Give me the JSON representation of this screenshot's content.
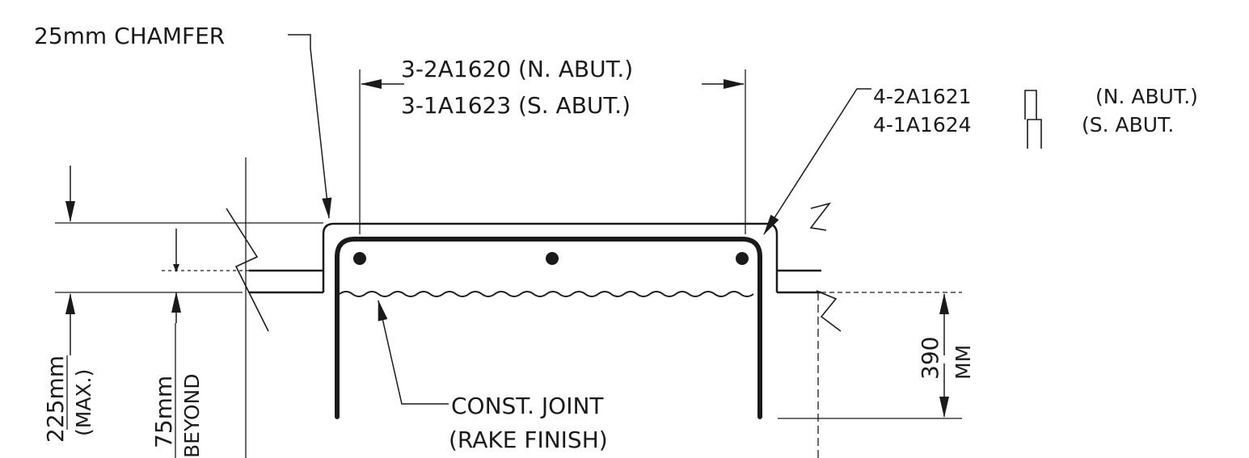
{
  "labels": {
    "chamfer": "25mm  CHAMFER",
    "top_bar_north": "3-2A1620  (N. ABUT.)",
    "top_bar_south": "3-1A1623  (S. ABUT.)",
    "stirrup_north": "4-2A1621",
    "stirrup_north_note": "(N. ABUT.)",
    "stirrup_south": "4-1A1624",
    "stirrup_south_note": "(S. ABUT.",
    "depth_value": "225mm",
    "depth_note": "(MAX.)",
    "beyond_value": "75mm",
    "beyond_note": "BEYOND",
    "right_dim_value": "390",
    "right_dim_unit": "MM",
    "joint_line1": "CONST. JOINT",
    "joint_line2": "(RAKE  FINISH)"
  },
  "colors": {
    "ink": "#1a1a1a",
    "background": "#ffffff"
  }
}
